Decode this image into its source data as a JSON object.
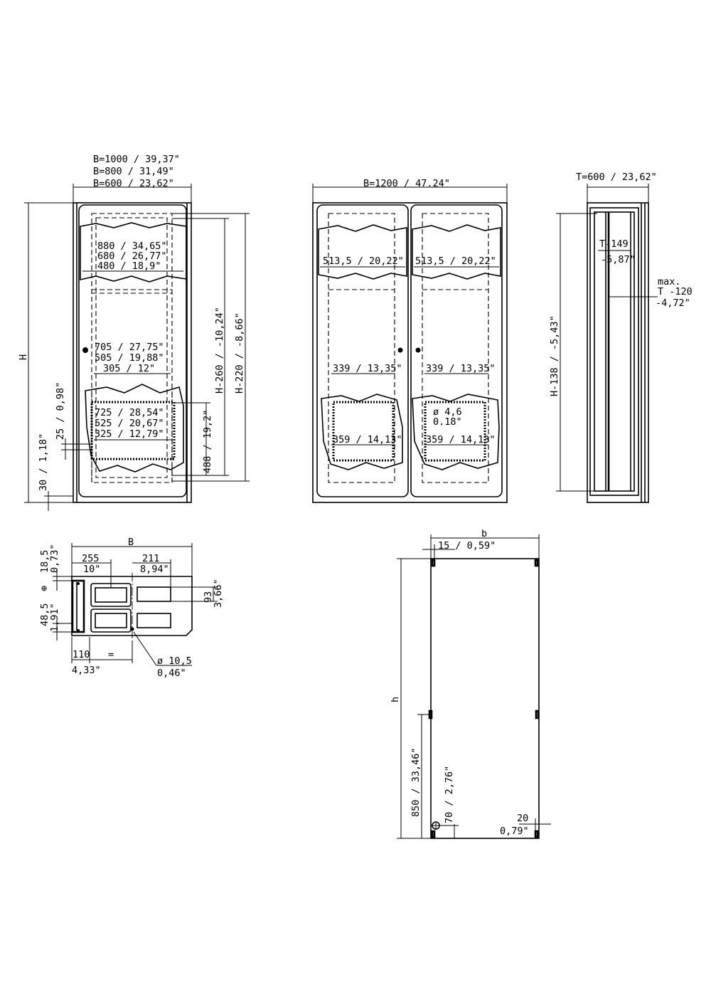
{
  "front_single": {
    "width_1000": "B=1000 / 39,37\"",
    "width_800": "B=800 / 31,49\"",
    "width_600": "B=600 / 23,62\"",
    "inner_880": "880 / 34,65\"",
    "inner_680": "680 / 26,77\"",
    "inner_480": "480 / 18,9\"",
    "mid_705": "705 / 27,75\"",
    "mid_505": "505 / 19,88\"",
    "mid_305": "305 / 12\"",
    "rail_725": "725 / 28,54\"",
    "rail_525": "525 / 20,67\"",
    "rail_325": "325 / 12,79\"",
    "height": "H",
    "h_minus_260": "H-260 / -10,24\"",
    "h_minus_220": "H-220 / -8,66\"",
    "v_25": "25 / 0,98\"",
    "v_30": "30 / 1,18\"",
    "v_488": "488 / 19,2\""
  },
  "front_double": {
    "width_1200": "B=1200 / 47.24\"",
    "left_513": "513,5 / 20,22\"",
    "right_513": "513,5 / 20,22\"",
    "left_339": "339 / 13,35\"",
    "right_339": "339 / 13,35\"",
    "left_359": "359 / 14,13\"",
    "right_359": "359 / 14,13\"",
    "hole_4_6": "ø 4,6",
    "hole_0_18": "0.18\""
  },
  "side": {
    "depth": "T=600 / 23,62\"",
    "t_149": "T-149",
    "t_149_in": "-5,87\"",
    "max_label": "max.",
    "t_120": "T -120",
    "t_120_in": "-4,72\"",
    "h_138": "H-138 / -5,43\""
  },
  "top_view": {
    "b_label": "B",
    "d_255": "255",
    "d_255_in": "10\"",
    "d_211": "211",
    "d_211_in": "8,94\"",
    "d_18_5": "18,5",
    "d_18_5_in": "0,73\"",
    "d_48_5": "48,5",
    "d_48_5_in": "1,91\"",
    "d_93": "93",
    "d_93_in": "3,66\"",
    "d_110": "110",
    "d_110_in": "4,33\"",
    "equal": "=",
    "hole_10_5": "ø 10,5",
    "hole_0_46": "0,46\"",
    "earth_symbol": "⊕"
  },
  "panel": {
    "b_label": "b",
    "h_label": "h",
    "d_15": "15 / 0,59\"",
    "d_850": "850 / 33,46\"",
    "d_70": "70 / 2,76\"",
    "d_20": "20",
    "d_20_in": "0,79\"",
    "earth_symbol": "⊕"
  }
}
